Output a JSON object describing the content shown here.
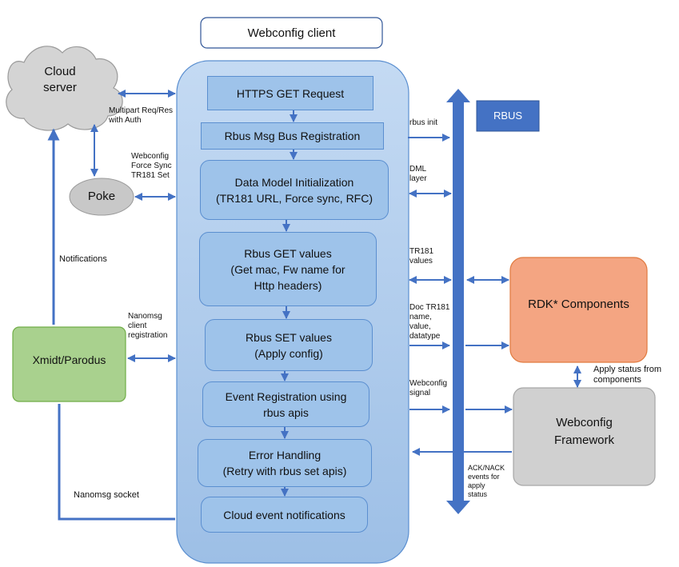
{
  "client_title": "Webconfig client",
  "steps": [
    {
      "line1": "HTTPS GET Request",
      "line2": "",
      "line3": ""
    },
    {
      "line1": "Rbus Msg Bus Registration",
      "line2": "",
      "line3": ""
    },
    {
      "line1": "Data Model Initialization",
      "line2": "(TR181 URL, Force sync, RFC)",
      "line3": ""
    },
    {
      "line1": "Rbus GET values",
      "line2": "(Get mac, Fw name for",
      "line3": "Http headers)"
    },
    {
      "line1": "Rbus SET values",
      "line2": "(Apply config)",
      "line3": ""
    },
    {
      "line1": "Event Registration using",
      "line2": "rbus apis",
      "line3": ""
    },
    {
      "line1": "Error Handling",
      "line2": "(Retry with rbus set apis)",
      "line3": ""
    },
    {
      "line1": "Cloud event notifications",
      "line2": "",
      "line3": ""
    }
  ],
  "cloud": {
    "line1": "Cloud",
    "line2": "server"
  },
  "poke": "Poke",
  "xmidt": "Xmidt/Parodus",
  "rbus": "RBUS",
  "rdk": "RDK* Components",
  "framework": {
    "line1": "Webconfig",
    "line2": "Framework"
  },
  "labels": {
    "multipart": {
      "line1": "Multipart Req/Res",
      "line2": "with Auth"
    },
    "poke_note": {
      "line1": "Webconfig",
      "line2": "Force Sync",
      "line3": "TR181 Set"
    },
    "notifications": "Notifications",
    "nanomsg_reg": {
      "line1": "Nanomsg",
      "line2": "client",
      "line3": "registration"
    },
    "nanomsg_socket": "Nanomsg socket",
    "rbus_init": "rbus init",
    "dml": {
      "line1": "DML",
      "line2": "layer"
    },
    "tr181": {
      "line1": "TR181",
      "line2": "values"
    },
    "doc_tr181": {
      "line1": "Doc TR181",
      "line2": "name,",
      "line3": "value,",
      "line4": "datatype"
    },
    "webconfig_signal": {
      "line1": "Webconfig",
      "line2": "signal"
    },
    "ack": {
      "line1": "ACK/NACK",
      "line2": "events for",
      "line3": "apply",
      "line4": "status"
    },
    "apply_status": {
      "line1": "Apply status from",
      "line2": "components"
    }
  },
  "colors": {
    "client_body": "#a9c8ec",
    "step_fill": "#9ec3ea",
    "arrow": "#4472c4",
    "rbus_box": "#4472c4",
    "rdk_fill": "#f4a582",
    "framework_fill": "#d0d0d0",
    "xmidt_fill": "#a9d18e",
    "cloud_fill": "#d4d4d4"
  }
}
